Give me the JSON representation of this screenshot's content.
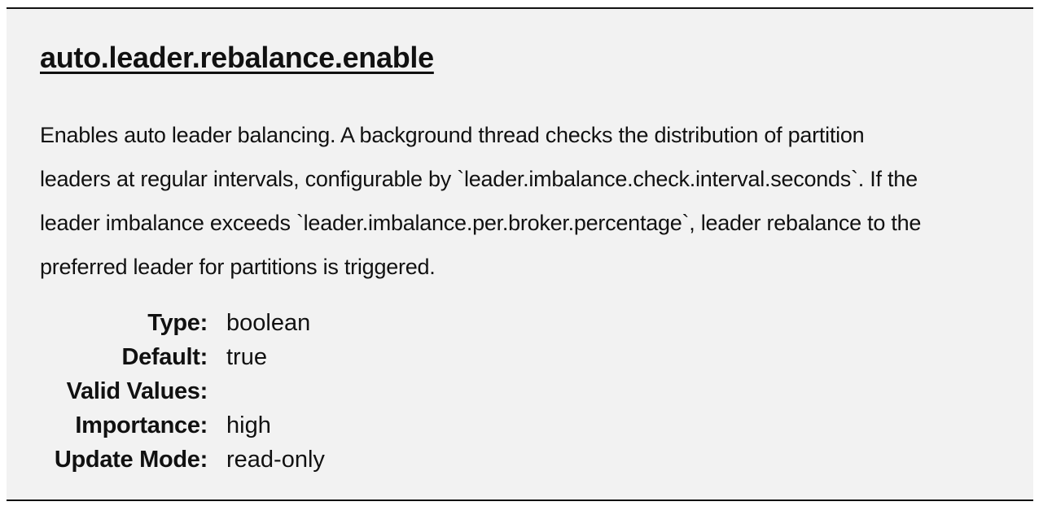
{
  "config": {
    "title": "auto.leader.rebalance.enable",
    "description_lines": [
      "Enables auto leader balancing. A background thread checks the distribution of partition",
      "leaders at regular intervals, configurable by `leader.imbalance.check.interval.seconds`. If the",
      "leader imbalance exceeds `leader.imbalance.per.broker.percentage`, leader rebalance to the",
      "preferred leader for partitions is triggered."
    ],
    "properties": [
      {
        "label": "Type:",
        "value": "boolean"
      },
      {
        "label": "Default:",
        "value": "true"
      },
      {
        "label": "Valid Values:",
        "value": ""
      },
      {
        "label": "Importance:",
        "value": "high"
      },
      {
        "label": "Update Mode:",
        "value": "read-only"
      }
    ]
  }
}
